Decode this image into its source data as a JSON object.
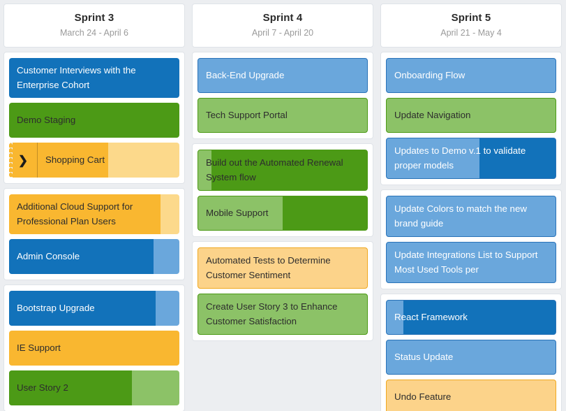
{
  "board": {
    "name": "sprint-board",
    "background_color": "#eceef1",
    "panel_color": "#ffffff",
    "panel_border_color": "#dfe3e8"
  },
  "palette": {
    "blue_solid": "#1272ba",
    "blue_solid_track": "#6aa7dc",
    "blue_muted": "#6aa7dc",
    "blue_muted_border": "#2a73b8",
    "green_solid": "#4c9a16",
    "green_solid_track": "#8cc267",
    "green_muted": "#8cc267",
    "green_muted_border": "#4c9a16",
    "orange_solid": "#f9b730",
    "orange_solid_track": "#fcd98b",
    "orange_muted": "#fcd38a",
    "orange_muted_border": "#f0a81f",
    "text_light": "#ffffff",
    "text_dark": "#2d2d2d"
  },
  "columns": [
    {
      "id": "sprint-3",
      "title": "Sprint 3",
      "dates": "March 24 - April 6",
      "card_style": "solid",
      "groups": [
        {
          "id": "sprint-3-group-1",
          "cards": [
            {
              "label": "Customer Interviews with the Enterprise Cohort",
              "color": "blue_solid",
              "track": "blue_solid_track",
              "fill_percent": 100,
              "text": "light",
              "lines": 2,
              "chevron": false,
              "torn": false
            },
            {
              "label": "Demo Staging",
              "color": "green_solid",
              "track": "green_solid_track",
              "fill_percent": 100,
              "text": "dark",
              "lines": 1,
              "chevron": false,
              "torn": false
            },
            {
              "label": "Shopping Cart",
              "color": "orange_solid",
              "track": "orange_solid_track",
              "fill_percent": 58,
              "text": "dark",
              "lines": 1,
              "chevron": true,
              "chevron_icon": "chevron-right-icon",
              "torn": true
            }
          ]
        },
        {
          "id": "sprint-3-group-2",
          "cards": [
            {
              "label": "Additional Cloud Support for Professional Plan Users",
              "color": "orange_solid",
              "track": "orange_solid_track",
              "fill_percent": 89,
              "text": "dark",
              "lines": 2,
              "chevron": false,
              "torn": false
            },
            {
              "label": "Admin Console",
              "color": "blue_solid",
              "track": "blue_solid_track",
              "fill_percent": 85,
              "text": "light",
              "lines": 1,
              "chevron": false,
              "torn": false
            }
          ]
        },
        {
          "id": "sprint-3-group-3",
          "cards": [
            {
              "label": "Bootstrap Upgrade",
              "color": "blue_solid",
              "track": "blue_solid_track",
              "fill_percent": 86,
              "text": "light",
              "lines": 1,
              "chevron": false,
              "torn": false
            },
            {
              "label": "IE Support",
              "color": "orange_solid",
              "track": "orange_solid_track",
              "fill_percent": 100,
              "text": "dark",
              "lines": 1,
              "chevron": false,
              "torn": false
            },
            {
              "label": "User Story 2",
              "color": "green_solid",
              "track": "green_solid_track",
              "fill_percent": 72,
              "text": "dark",
              "lines": 1,
              "chevron": false,
              "torn": false
            }
          ]
        }
      ]
    },
    {
      "id": "sprint-4",
      "title": "Sprint 4",
      "dates": "April 7 - April 20",
      "card_style": "outline",
      "groups": [
        {
          "id": "sprint-4-group-1",
          "cards": [
            {
              "label": "Back-End Upgrade",
              "color": "blue_muted",
              "border": "blue_muted_border",
              "track": "blue_muted",
              "fill_percent": 0,
              "text": "light",
              "lines": 1,
              "chevron": false,
              "torn": false
            },
            {
              "label": "Tech Support Portal",
              "color": "green_muted",
              "border": "green_muted_border",
              "track": "green_muted",
              "fill_percent": 0,
              "text": "dark",
              "lines": 1,
              "chevron": false,
              "torn": false
            }
          ]
        },
        {
          "id": "sprint-4-group-2",
          "cards": [
            {
              "label": "Build out the Automated Renewal System flow",
              "color": "green_muted",
              "border": "green_muted_border",
              "track": "green_solid",
              "fill_percent": 8,
              "text": "dark",
              "lines": 2,
              "chevron": false,
              "torn": false
            },
            {
              "label": "Mobile Support",
              "color": "green_muted",
              "border": "green_muted_border",
              "track": "green_solid",
              "fill_percent": 50,
              "text": "dark",
              "lines": 1,
              "chevron": false,
              "torn": false
            }
          ]
        },
        {
          "id": "sprint-4-group-3",
          "cards": [
            {
              "label": "Automated Tests to Determine Customer Sentiment",
              "color": "orange_muted",
              "border": "orange_muted_border",
              "track": "orange_muted",
              "fill_percent": 0,
              "text": "dark",
              "lines": 2,
              "chevron": false,
              "torn": false
            },
            {
              "label": "Create User Story 3 to Enhance Customer Satisfaction",
              "color": "green_muted",
              "border": "green_muted_border",
              "track": "green_muted",
              "fill_percent": 0,
              "text": "dark",
              "lines": 2,
              "chevron": false,
              "torn": false
            }
          ]
        }
      ]
    },
    {
      "id": "sprint-5",
      "title": "Sprint 5",
      "dates": "April 21 - May 4",
      "card_style": "outline",
      "groups": [
        {
          "id": "sprint-5-group-1",
          "cards": [
            {
              "label": "Onboarding Flow",
              "color": "blue_muted",
              "border": "blue_muted_border",
              "track": "blue_muted",
              "fill_percent": 0,
              "text": "light",
              "lines": 1,
              "chevron": false,
              "torn": false
            },
            {
              "label": "Update Navigation",
              "color": "green_muted",
              "border": "green_muted_border",
              "track": "green_muted",
              "fill_percent": 0,
              "text": "dark",
              "lines": 1,
              "chevron": false,
              "torn": false
            },
            {
              "label": "Updates to Demo v.1 to validate proper models",
              "color": "blue_muted",
              "border": "blue_muted_border",
              "track": "blue_solid",
              "fill_percent": 55,
              "text": "light",
              "lines": 2,
              "chevron": false,
              "torn": false
            }
          ]
        },
        {
          "id": "sprint-5-group-2",
          "cards": [
            {
              "label": "Update Colors to match the new brand guide",
              "color": "blue_muted",
              "border": "blue_muted_border",
              "track": "blue_muted",
              "fill_percent": 0,
              "text": "light",
              "lines": 2,
              "chevron": false,
              "torn": false
            },
            {
              "label": "Update Integrations List to Support Most Used Tools per",
              "color": "blue_muted",
              "border": "blue_muted_border",
              "track": "blue_muted",
              "fill_percent": 0,
              "text": "light",
              "lines": 2,
              "chevron": false,
              "torn": false
            }
          ]
        },
        {
          "id": "sprint-5-group-3",
          "cards": [
            {
              "label": "React Framework",
              "color": "blue_muted",
              "border": "blue_muted_border",
              "track": "blue_solid",
              "fill_percent": 10,
              "text": "light",
              "lines": 1,
              "chevron": false,
              "torn": false
            },
            {
              "label": "Status Update",
              "color": "blue_muted",
              "border": "blue_muted_border",
              "track": "blue_muted",
              "fill_percent": 0,
              "text": "light",
              "lines": 1,
              "chevron": false,
              "torn": false
            },
            {
              "label": "Undo Feature",
              "color": "orange_muted",
              "border": "orange_muted_border",
              "track": "orange_muted",
              "fill_percent": 0,
              "text": "dark",
              "lines": 1,
              "chevron": false,
              "torn": false
            }
          ]
        }
      ]
    }
  ]
}
